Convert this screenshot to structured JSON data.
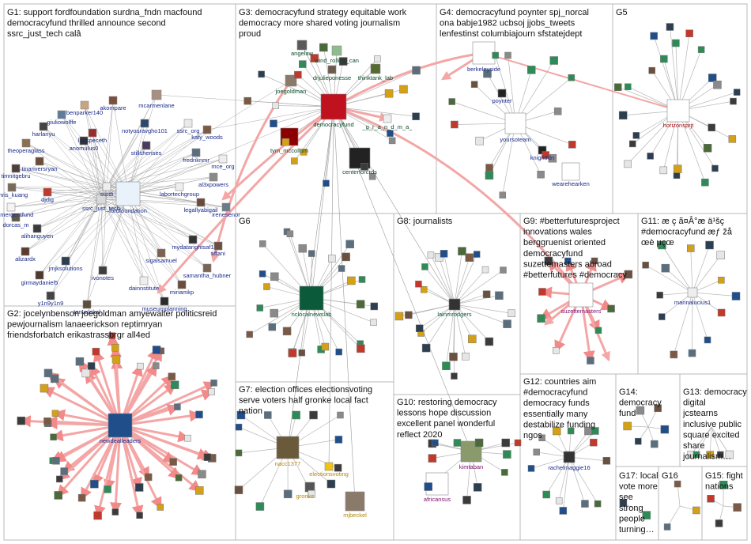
{
  "graph": {
    "groups": [
      {
        "id": "G1",
        "title_lines": [
          "G1: support fordfoundation surdna_fndn macfound",
          "democracyfund thrilled announce second",
          "ssrc_just_tech calâ"
        ]
      },
      {
        "id": "G2",
        "title_lines": [
          "G2: jocelynbenson joegoldman amyewalter politicsreid",
          "pewjournalism lanaeerickson reptimryan",
          "friendsforbatch erikastrassbrgr all4ed"
        ]
      },
      {
        "id": "G3",
        "title_lines": [
          "G3: democracyfund strategy equitable work",
          "democracy more shared voting journalism",
          "proud"
        ]
      },
      {
        "id": "G4",
        "title_lines": [
          "G4: democracyfund poynter spj_norcal",
          "ona babje1982 ucbsoj jjobs_tweets",
          "lenfestinst columbiajourn sfstatejdept"
        ]
      },
      {
        "id": "G5",
        "title_lines": [
          "G5"
        ]
      },
      {
        "id": "G6",
        "title_lines": [
          "G6"
        ]
      },
      {
        "id": "G7",
        "title_lines": [
          "G7: election offices electionsvoting",
          "serve voters half gronke local fact",
          "nation"
        ]
      },
      {
        "id": "G8",
        "title_lines": [
          "G8: journalists"
        ]
      },
      {
        "id": "G9",
        "title_lines": [
          "G9: #betterfuturesproject",
          "innovations wales",
          "berggruenist oriented",
          "democracyfund",
          "suzettemasters abroad",
          "#betterfutures #democracy"
        ]
      },
      {
        "id": "G10",
        "title_lines": [
          "G10: restoring democracy",
          "lessons hope discussion",
          "excellent panel wonderful",
          "reflect 2020"
        ]
      },
      {
        "id": "G11",
        "title_lines": [
          "G11: æ ç ã¤Â°æ ä¹šç",
          "#democracyfund æƒ žå",
          "œè µçœ"
        ]
      },
      {
        "id": "G12",
        "title_lines": [
          "G12: countries aim",
          "#democracyfund",
          "democracy funds",
          "essentially many",
          "destabilize funding",
          "ngos"
        ]
      },
      {
        "id": "G13",
        "title_lines": [
          "G13: democracy",
          "digital",
          "jcstearns",
          "inclusive public",
          "square excited",
          "share",
          "journalism…"
        ]
      },
      {
        "id": "G14",
        "title_lines": [
          "G14:",
          "democracy",
          "fund"
        ]
      },
      {
        "id": "G15",
        "title_lines": [
          "G15: fight",
          "nations"
        ]
      },
      {
        "id": "G16",
        "title_lines": [
          "G16"
        ]
      },
      {
        "id": "G17",
        "title_lines": [
          "G17: local",
          "vote more",
          "see",
          "strong",
          "people",
          "turning…"
        ]
      }
    ],
    "labels": {
      "fordfoundation": "fordfoundation",
      "ssrc_just_tech": "ssrc_just_tech",
      "surdna": "surdi",
      "benparker140": "benparker140",
      "akompare": "akompare",
      "mcarmenlane": "mcarmenlane",
      "giuliowolffe": "giuliowolffe",
      "harlanyu": "harlanyu",
      "labspeceth": "labspeceth",
      "notyouravgho101": "notyouravgho101",
      "ssrc_org": "ssrc_org",
      "katy_woods": "katy_woods",
      "anomulus0": "anomulus0",
      "theoperaglass": "theoperaglass",
      "stillsherises": "stillsherises",
      "fredriknmr": "fredriknmr",
      "mce_org": "mce_org",
      "tinariversryan": "tinariversryan",
      "timnitgebru": "timnitgebru",
      "al3xpowers": "al3xpowers",
      "laborteachgroup": "labortechgroup",
      "djdig": "djdig",
      "chris_kuang": "chris_kuang",
      "legallyabigail": "legallyabigail",
      "theemergentfund": "theemergentfund",
      "irenesenor": "irenesenor",
      "dorcas_m": "dorcas_m",
      "alihanguyen": "alihanguyen",
      "mydatarightsaf1": "mydatarightsaf1",
      "tiffani": "tiffani",
      "alizardx": "alizardx",
      "jmjksolutions": "jmjksolutions",
      "sigalsamuel": "sigalsamuel",
      "ivonotes": "ivonotes",
      "samantha_hubner": "samantha_hubner",
      "girmaydaniel5": "girmaydaniel5",
      "dainnstitute": "dainnstitute",
      "miriamkp": "miriamkp",
      "y1n9y1n9": "y1n9y1n9",
      "tanvalokal": "tanvalokal",
      "museumplanning": "museumplanning",
      "newdealleaders": "newdealleaders",
      "democracyfund": "democracyfund",
      "joegoldman": "joegoldman",
      "tym_mccollum": "tym_mccollum",
      "centerforcrds": "centerforcrds",
      "thinktank_lab": "thinktank_lab",
      "angelaw": "angelaw",
      "wind_rolling_can": "wind_rolling_can",
      "drjulieponesse": "drjulieponesse",
      "g_r_a_n_d_m_a": "_g_r_a_n_d_m_a_",
      "berkeleyside": "berkeleyside",
      "poynter": "poynter",
      "yoursoteam": "yoursoteam",
      "knightfdn": "knightfdn",
      "wearehearken": "wearehearken",
      "horizonsprjt": "horizonsprjt",
      "nclocalnewslab": "nclocalnewslab",
      "lainmrodgers": "lainmrodgers",
      "suzettemasters": "suzettemasters",
      "marinalucius1": "marinalucius1",
      "nacc1377": "nacc1377",
      "electionsvoting": "electionsvoting",
      "gronke": "gronke",
      "mjbeckel": "mjbeckel",
      "kimtaban": "kimtaban",
      "africansus": "africansus",
      "rachelmaggie16": "rachelmaggie16"
    }
  }
}
